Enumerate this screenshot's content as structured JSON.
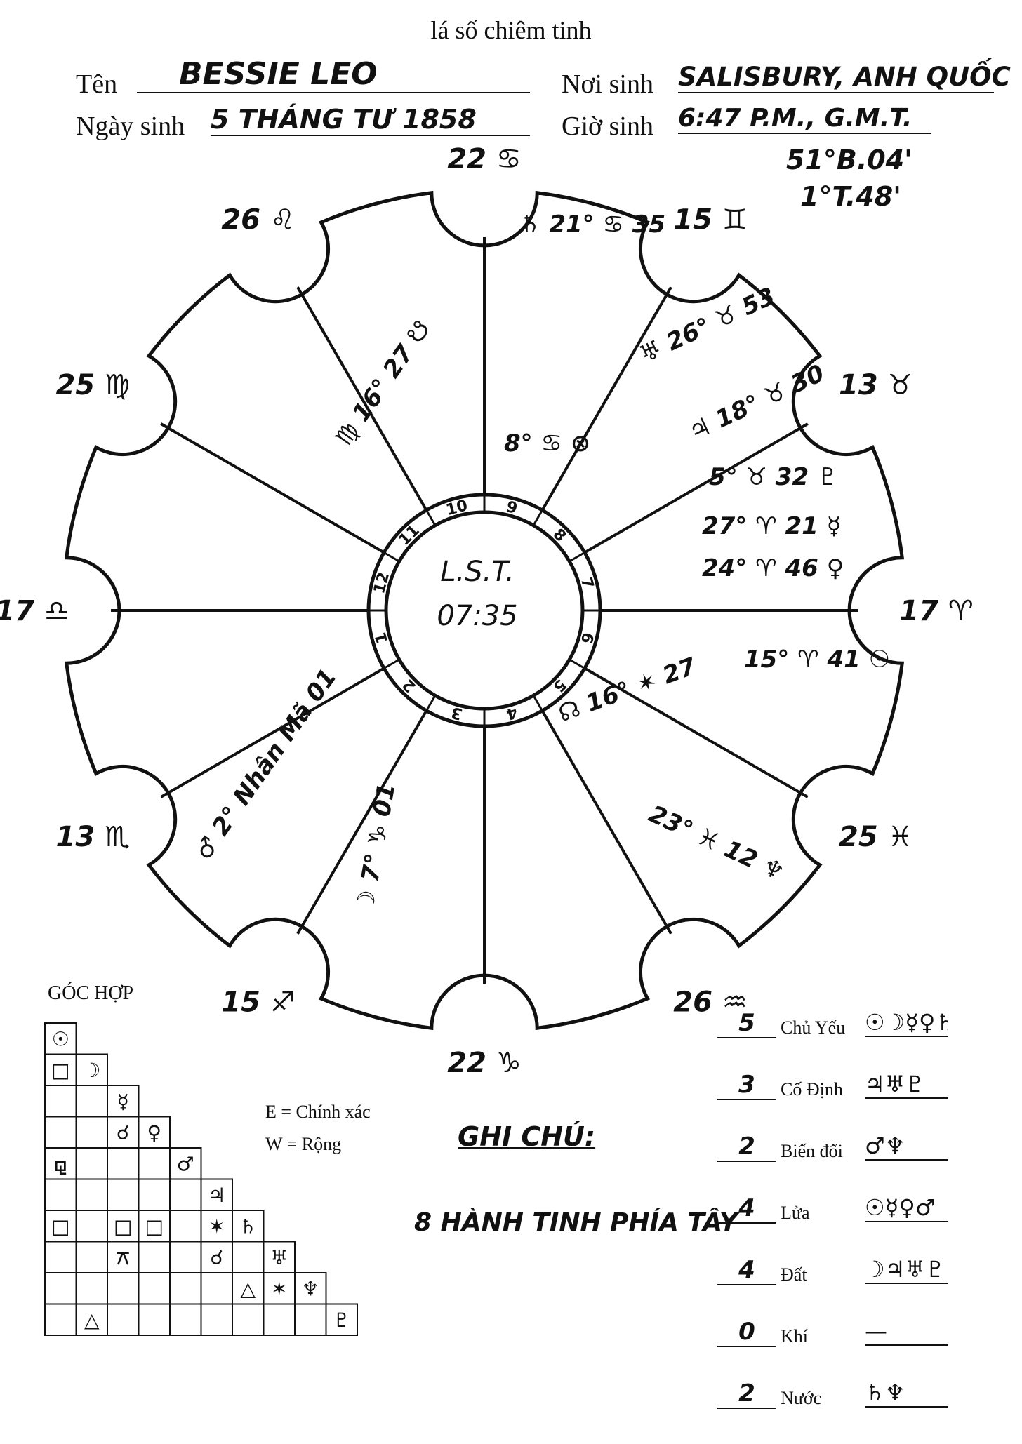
{
  "title": "lá số chiêm tinh",
  "header": {
    "name_label": "Tên",
    "name_value": "Bessie Leo",
    "birthplace_label": "Nơi sinh",
    "birthplace_value": "Salisbury, Anh Quốc",
    "birthdate_label": "Ngày sinh",
    "birthdate_value": "5 tháng Tư 1858",
    "birthtime_label": "Giờ sinh",
    "birthtime_value": "6:47 P.M., G.M.T.",
    "latitude": "51°B.04'",
    "longitude": "1°T.48'"
  },
  "wheel": {
    "center_line1": "L.S.T.",
    "center_line2": "07:35",
    "houses": [
      "1",
      "2",
      "3",
      "4",
      "5",
      "6",
      "7",
      "8",
      "9",
      "10",
      "11",
      "12"
    ],
    "cusps": [
      {
        "deg": "17",
        "sign": "♎"
      },
      {
        "deg": "13",
        "sign": "♏"
      },
      {
        "deg": "15",
        "sign": "♐"
      },
      {
        "deg": "22",
        "sign": "♑"
      },
      {
        "deg": "26",
        "sign": "♒"
      },
      {
        "deg": "25",
        "sign": "♓"
      },
      {
        "deg": "17",
        "sign": "♈"
      },
      {
        "deg": "13",
        "sign": "♉"
      },
      {
        "deg": "15",
        "sign": "♊"
      },
      {
        "deg": "22",
        "sign": "♋"
      },
      {
        "deg": "26",
        "sign": "♌"
      },
      {
        "deg": "25",
        "sign": "♍"
      }
    ],
    "placements": [
      {
        "text": "♄ 21° ♋ 35"
      },
      {
        "text": "♅ 26° ♉ 53"
      },
      {
        "text": "♃ 18° ♉ 30"
      },
      {
        "text": "8° ♋ ⊗"
      },
      {
        "text": "♍ 16° 27 ☋"
      },
      {
        "text": "5° ♉ 32 ♇"
      },
      {
        "text": "27° ♈ 21 ☿"
      },
      {
        "text": "24° ♈ 46 ♀"
      },
      {
        "text": "15° ♈ 41 ☉"
      },
      {
        "text": "☊ 16° ✶ 27"
      },
      {
        "text": "23° ♓ 12 ♆"
      },
      {
        "text": "♂ 2° Nhân Mã 01"
      },
      {
        "text": "☽ 7° ♑ 01"
      }
    ]
  },
  "aspects": {
    "title": "GÓC HỢP",
    "legend_exact": "E = Chính xác",
    "legend_wide": "W = Rộng",
    "planets": [
      "☉",
      "☽",
      "☿",
      "♀",
      "♂",
      "♃",
      "♄",
      "♅",
      "♆",
      "♇"
    ],
    "cells": [
      {
        "row": 1,
        "col": 0,
        "glyph": "□"
      },
      {
        "row": 3,
        "col": 2,
        "glyph": "☌"
      },
      {
        "row": 4,
        "col": 0,
        "glyph": "⚼"
      },
      {
        "row": 6,
        "col": 0,
        "glyph": "□"
      },
      {
        "row": 6,
        "col": 2,
        "glyph": "□"
      },
      {
        "row": 6,
        "col": 3,
        "glyph": "□"
      },
      {
        "row": 6,
        "col": 5,
        "glyph": "✶"
      },
      {
        "row": 7,
        "col": 2,
        "glyph": "⚻"
      },
      {
        "row": 7,
        "col": 5,
        "glyph": "☌"
      },
      {
        "row": 8,
        "col": 6,
        "glyph": "△"
      },
      {
        "row": 8,
        "col": 7,
        "glyph": "✶"
      },
      {
        "row": 9,
        "col": 1,
        "glyph": "△"
      }
    ]
  },
  "notes": {
    "heading": "Ghi chú:",
    "text": "8 hành tinh phía Tây"
  },
  "balance": [
    {
      "count": "5",
      "label": "Chủ Yếu",
      "glyphs": "☉☽☿♀♄"
    },
    {
      "count": "3",
      "label": "Cố Định",
      "glyphs": "♃♅♇"
    },
    {
      "count": "2",
      "label": "Biến đổi",
      "glyphs": "♂♆"
    },
    {
      "count": "4",
      "label": "Lửa",
      "glyphs": "☉☿♀♂"
    },
    {
      "count": "4",
      "label": "Đất",
      "glyphs": "☽♃♅♇"
    },
    {
      "count": "0",
      "label": "Khí",
      "glyphs": "—"
    },
    {
      "count": "2",
      "label": "Nước",
      "glyphs": "♄♆"
    }
  ]
}
